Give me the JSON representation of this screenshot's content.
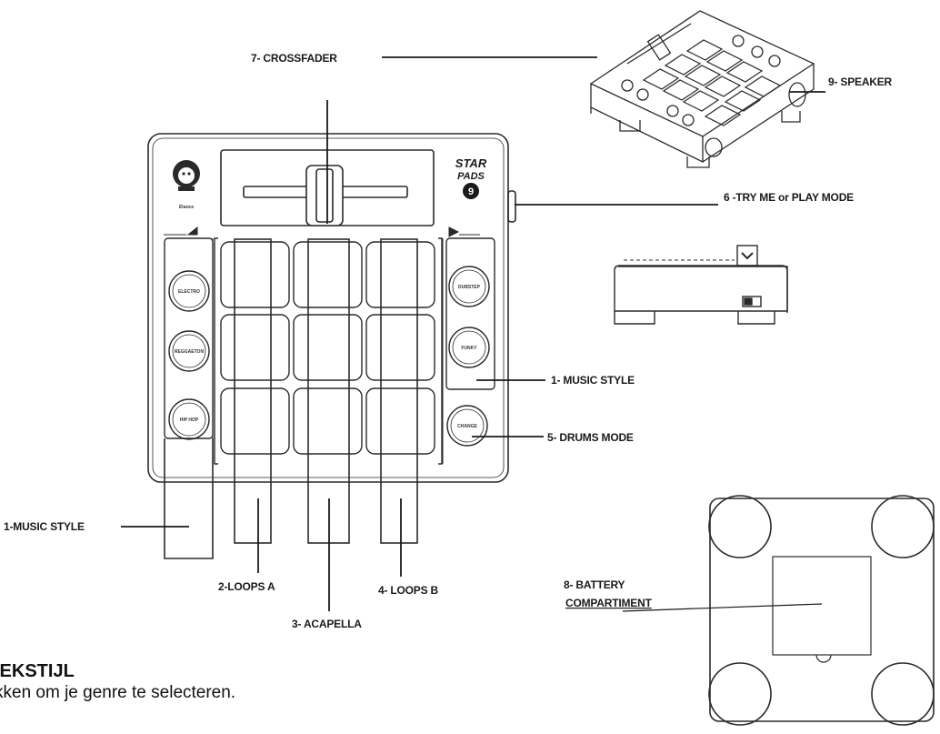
{
  "labels": {
    "crossfader": "7- CROSSFADER",
    "speaker": "9- SPEAKER",
    "try_me": "6 -TRY ME or PLAY MODE",
    "music_style_right": "1- MUSIC STYLE",
    "drums_mode": "5- DRUMS MODE",
    "music_style_left": "1-MUSIC STYLE",
    "loops_a": "2-LOOPS A",
    "acapella": "3- ACAPELLA",
    "loops_b": "4- LOOPS B",
    "battery_line1": "8- BATTERY",
    "battery_line2": "COMPARTIMENT"
  },
  "device": {
    "brand": "iDance",
    "logo_line1": "STAR",
    "logo_line2": "PADS",
    "logo_number": "9",
    "left_buttons": [
      "ELECTRO",
      "REGGAETON",
      "HIP HOP"
    ],
    "right_buttons": [
      "DUBSTEP",
      "FUNKY",
      "CHANGE"
    ]
  },
  "caption": {
    "title": "IEKSTIJL",
    "text": "kken om je genre te selecteren."
  }
}
